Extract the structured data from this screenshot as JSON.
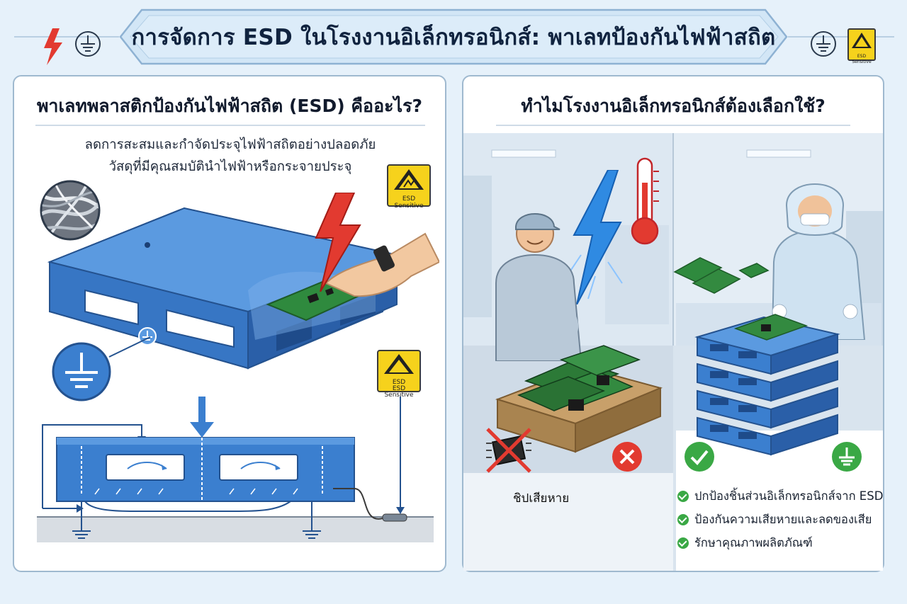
{
  "header": {
    "title": "การจัดการ ESD ในโรงงานอิเล็กทรอนิกส์: พาเลทป้องกันไฟฟ้าสถิต",
    "left_icons": [
      "lightning-icon",
      "ground-icon"
    ],
    "right_icons": [
      "ground-icon",
      "esd-warning-icon"
    ],
    "right_sign_label": "ESD Sensitive"
  },
  "left_panel": {
    "title": "พาเลทพลาสติกป้องกันไฟฟ้าสถิต (ESD) คืออะไร?",
    "line1": "ลดการสะสมและกำจัดประจุไฟฟ้าสถิตอย่างปลอดภัย",
    "line2": "วัสดุที่มีคุณสมบัตินำไฟฟ้าหรือกระจายประจุ",
    "sign1_label": "ESD Sensitive",
    "sign2_top": "ESD",
    "sign2_label": "ESD Sensitive",
    "icons": [
      "fiber-closeup-icon",
      "ground-symbol-icon",
      "lightning-icon",
      "esd-warning-icon"
    ]
  },
  "right_panel": {
    "title": "ทำไมโรงงานอิเล็กทรอนิกส์ต้องเลือกใช้?",
    "bad_caption": "ชิปเสียหาย",
    "benefits": [
      "ปกป้องชิ้นส่วนอิเล็กทรอนิกส์จาก ESD",
      "ป้องกันความเสียหายและลดของเสีย",
      "รักษาคุณภาพผลิตภัณฑ์"
    ],
    "icons": [
      "thermometer-icon",
      "lightning-icon",
      "cross-icon",
      "check-icon",
      "ground-icon"
    ]
  },
  "colors": {
    "pallet_blue": "#3b7fcf",
    "pallet_dark": "#2a5fa8",
    "danger_red": "#e23a30",
    "ok_green": "#3aa845",
    "esd_yellow": "#f6d21c",
    "panel_border": "#9fb9cf"
  }
}
